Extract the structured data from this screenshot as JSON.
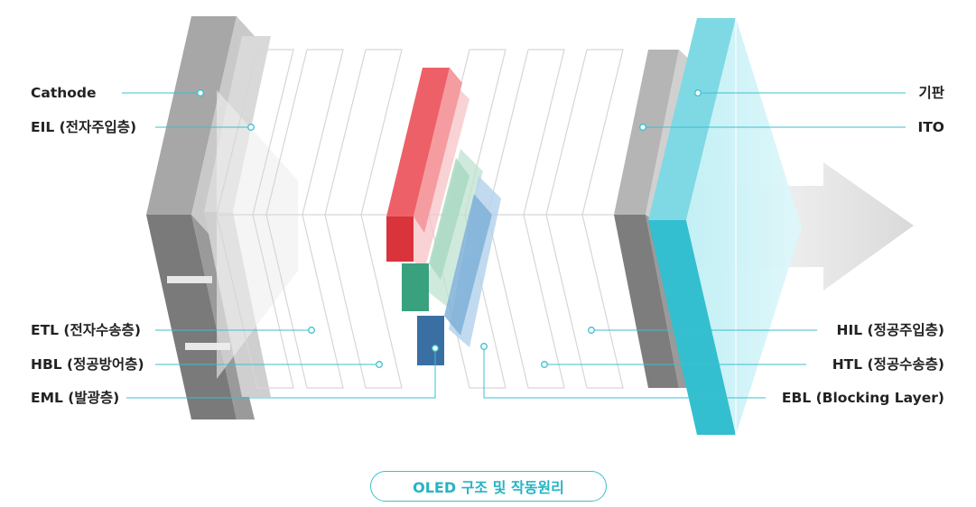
{
  "labels_left": [
    {
      "id": "cathode",
      "text": "Cathode"
    },
    {
      "id": "eil",
      "text": "EIL (전자주입층)"
    },
    {
      "id": "etl",
      "text": "ETL (전자수송층)"
    },
    {
      "id": "hbl",
      "text": "HBL (정공방어층)"
    },
    {
      "id": "eml",
      "text": "EML (발광층)"
    }
  ],
  "labels_right": [
    {
      "id": "substrate",
      "text": "기판"
    },
    {
      "id": "ito",
      "text": "ITO"
    },
    {
      "id": "hil",
      "text": "HIL (정공주입층)"
    },
    {
      "id": "htl",
      "text": "HTL (정공수송층)"
    },
    {
      "id": "ebl",
      "text": "EBL (Blocking Layer)"
    }
  ],
  "caption": "OLED 구조 및 작동원리",
  "colors": {
    "accent": "#3cbfce",
    "red": "#e8464f",
    "green": "#3aa17e",
    "blue": "#3f78ae",
    "cathode_gray": "#8a8a8a",
    "glass_cyan": "#5fd3e0"
  }
}
